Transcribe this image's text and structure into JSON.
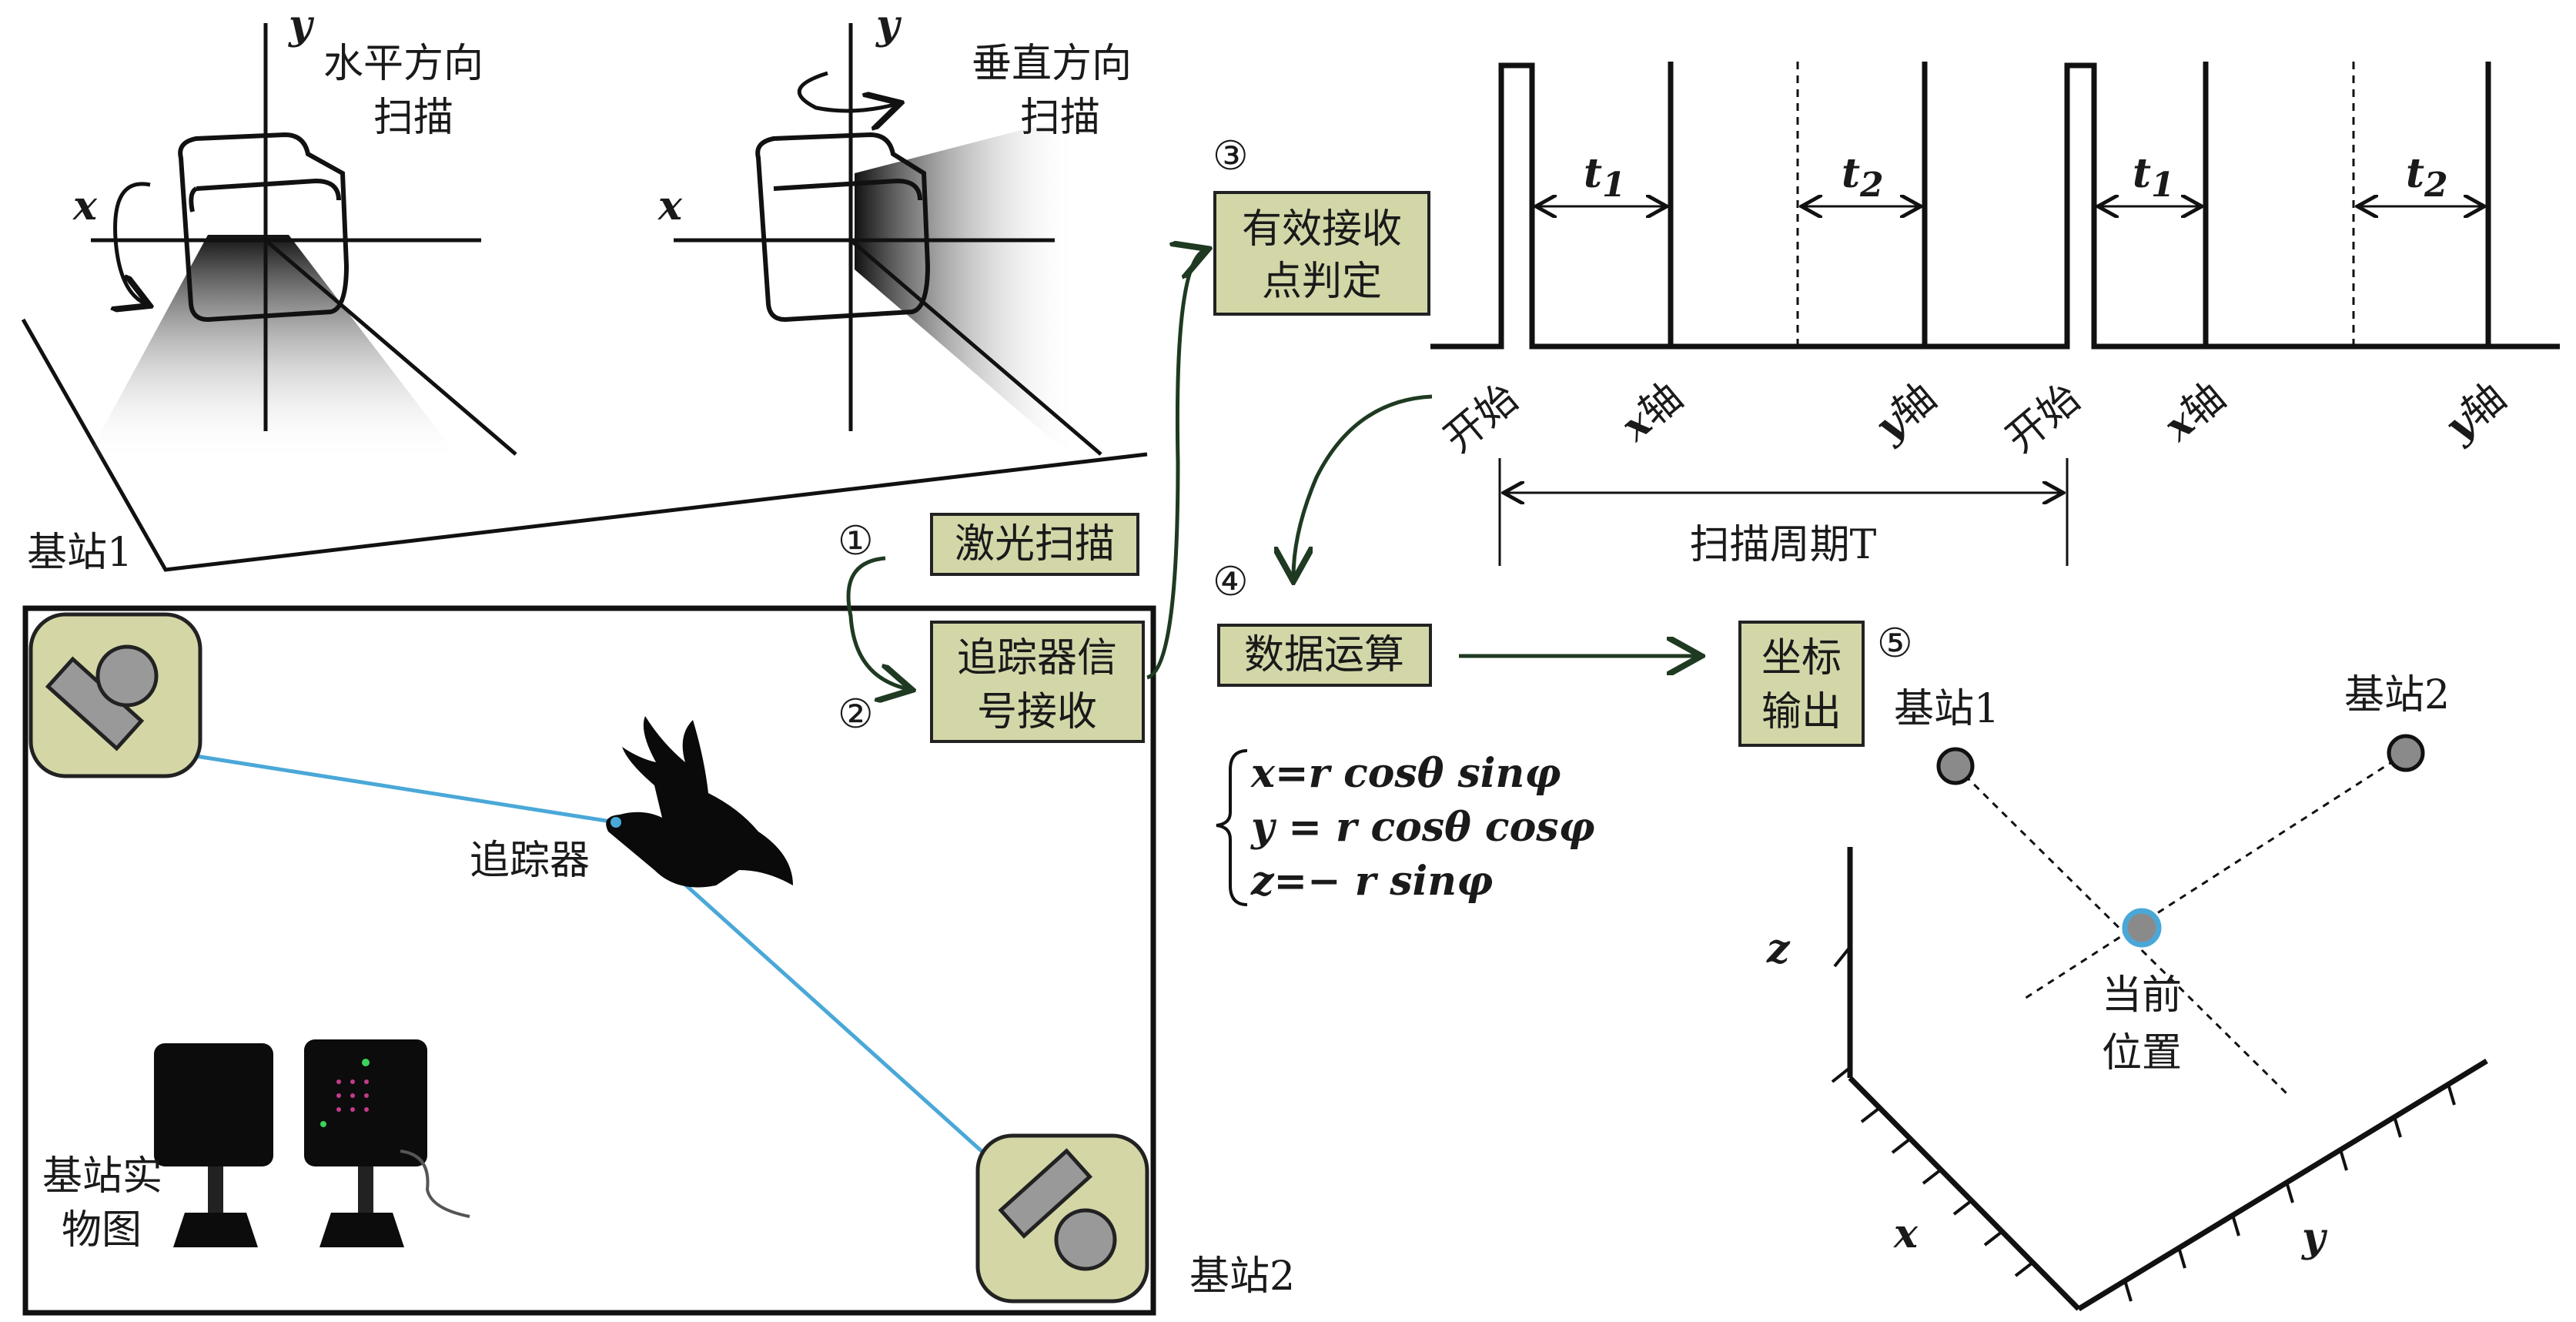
{
  "scan": {
    "horizontal": [
      "水平方向",
      "扫描"
    ],
    "vertical": [
      "垂直方向",
      "扫描"
    ],
    "axis_x": "x",
    "axis_y": "y",
    "station1": "基站1"
  },
  "steps": {
    "s1": {
      "num": "①",
      "label": "激光扫描"
    },
    "s2": {
      "num": "②",
      "label": [
        "追踪器信",
        "号接收"
      ]
    },
    "s3": {
      "num": "③",
      "label": [
        "有效接收",
        "点判定"
      ]
    },
    "s4": {
      "num": "④",
      "label": "数据运算"
    },
    "s5": {
      "num": "⑤",
      "label": [
        "坐标",
        "输出"
      ]
    }
  },
  "room": {
    "tracker": "追踪器",
    "station_photo": [
      "基站实",
      "物图"
    ],
    "station2": "基站2"
  },
  "timing": {
    "t1": "t",
    "t1_sub": "1",
    "t2": "t",
    "t2_sub": "2",
    "start": "开始",
    "x_axis": "x",
    "y_axis": "y",
    "axis_suffix": "轴",
    "period": "扫描周期T"
  },
  "formula": {
    "line1": "x=r cosθ sinφ",
    "line2": "y = r cosθ cosφ",
    "line3": "z=− r sinφ"
  },
  "coords": {
    "station1": "基站1",
    "station2": "基站2",
    "current": [
      "当前",
      "位置"
    ],
    "z": "z",
    "x": "x",
    "y": "y"
  },
  "colors": {
    "box_fill": "#d3d7a8",
    "arrow": "#1f3a22",
    "laser_line": "#4aa8d8",
    "current_marker": "#4aa8d8",
    "station_dot": "#8a8a8a"
  }
}
